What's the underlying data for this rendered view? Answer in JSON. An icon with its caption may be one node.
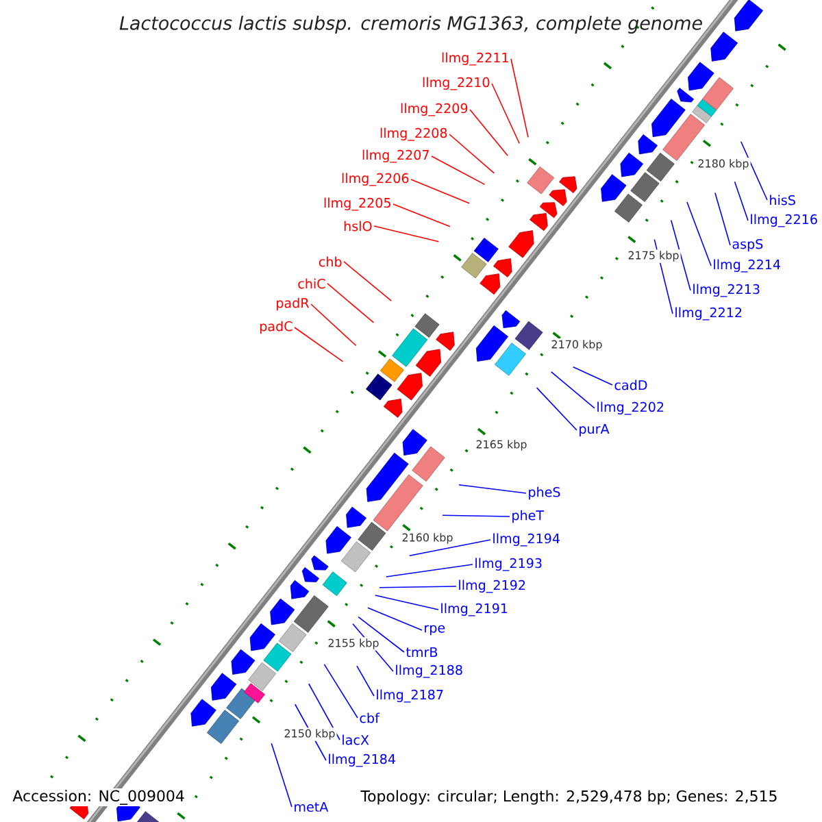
{
  "diagram": {
    "title": "Lactococcus lactis subsp. cremoris MG1363, complete genome",
    "nodes": [
      {
        "text": [
          "llmg_2211"
        ]
      },
      {
        "text": [
          "llmg_2210"
        ]
      },
      {
        "text": [
          "llmg_2209"
        ]
      },
      {
        "text": [
          "llmg_2208"
        ]
      },
      {
        "text": [
          "llmg_2207"
        ]
      },
      {
        "text": [
          "llmg_2206"
        ]
      },
      {
        "text": [
          "llmg_2205"
        ]
      },
      {
        "text": [
          "hslO"
        ]
      },
      {
        "text": [
          "chb"
        ]
      },
      {
        "text": [
          "chiC"
        ]
      },
      {
        "text": [
          "padR"
        ]
      },
      {
        "text": [
          "padC"
        ]
      },
      {
        "text": [
          "hisS"
        ]
      },
      {
        "text": [
          "llmg_2216"
        ]
      },
      {
        "text": [
          "aspS"
        ]
      },
      {
        "text": [
          "llmg_2214"
        ]
      },
      {
        "text": [
          "llmg_2213"
        ]
      },
      {
        "text": [
          "llmg_2212"
        ]
      },
      {
        "text": [
          "cadD"
        ]
      },
      {
        "text": [
          "llmg_2202"
        ]
      },
      {
        "text": [
          "purA"
        ]
      },
      {
        "text": [
          "pheS"
        ]
      },
      {
        "text": [
          "pheT"
        ]
      },
      {
        "text": [
          "llmg_2194"
        ]
      },
      {
        "text": [
          "llmg_2193"
        ]
      },
      {
        "text": [
          "llmg_2192"
        ]
      },
      {
        "text": [
          "llmg_2191"
        ]
      },
      {
        "text": [
          "rpe"
        ]
      },
      {
        "text": [
          "tmrB"
        ]
      },
      {
        "text": [
          "llmg_2188"
        ]
      },
      {
        "text": [
          "llmg_2187"
        ]
      },
      {
        "text": [
          "cbf"
        ]
      },
      {
        "text": [
          "lacX"
        ]
      },
      {
        "text": [
          "llmg_2184"
        ]
      },
      {
        "text": [
          "metA"
        ]
      }
    ],
    "edges": [
      {
        "from": 0,
        "to": null,
        "arrow": "none",
        "color": "#ff0000"
      },
      {
        "from": 1,
        "to": null,
        "arrow": "none",
        "color": "#ff0000"
      },
      {
        "from": 2,
        "to": null,
        "arrow": "none",
        "color": "#ff0000"
      },
      {
        "from": 3,
        "to": null,
        "arrow": "none",
        "color": "#ff0000"
      },
      {
        "from": 4,
        "to": null,
        "arrow": "none",
        "color": "#ff0000"
      },
      {
        "from": 5,
        "to": null,
        "arrow": "none",
        "color": "#ff0000"
      },
      {
        "from": 6,
        "to": null,
        "arrow": "none",
        "color": "#ff0000"
      },
      {
        "from": 7,
        "to": null,
        "arrow": "none",
        "color": "#ff0000"
      },
      {
        "from": 8,
        "to": null,
        "arrow": "none",
        "color": "#ff0000"
      },
      {
        "from": 9,
        "to": null,
        "arrow": "none",
        "color": "#ff0000"
      },
      {
        "from": 10,
        "to": null,
        "arrow": "none",
        "color": "#ff0000"
      },
      {
        "from": 11,
        "to": null,
        "arrow": "none",
        "color": "#ff0000"
      },
      {
        "from": 12,
        "to": null,
        "arrow": "none"
      },
      {
        "from": 13,
        "to": null,
        "arrow": "none"
      },
      {
        "from": 14,
        "to": null,
        "arrow": "none"
      },
      {
        "from": 15,
        "to": null,
        "arrow": "none"
      },
      {
        "from": 16,
        "to": null,
        "arrow": "none"
      },
      {
        "from": 17,
        "to": null,
        "arrow": "none"
      },
      {
        "from": 18,
        "to": null,
        "arrow": "none"
      },
      {
        "from": 19,
        "to": null,
        "arrow": "none"
      },
      {
        "from": 20,
        "to": null,
        "arrow": "none"
      },
      {
        "from": 21,
        "to": null,
        "arrow": "none"
      },
      {
        "from": 22,
        "to": null,
        "arrow": "none"
      },
      {
        "from": 23,
        "to": null,
        "arrow": "none"
      },
      {
        "from": 24,
        "to": null,
        "arrow": "none"
      },
      {
        "from": 25,
        "to": null,
        "arrow": "none"
      },
      {
        "from": 26,
        "to": null,
        "arrow": "none"
      },
      {
        "from": 27,
        "to": null,
        "arrow": "none"
      },
      {
        "from": 28,
        "to": null,
        "arrow": "none"
      },
      {
        "from": 29,
        "to": null,
        "arrow": "none"
      },
      {
        "from": 30,
        "to": null,
        "arrow": "none"
      },
      {
        "from": 31,
        "to": null,
        "arrow": "none"
      },
      {
        "from": 32,
        "to": null,
        "arrow": "none"
      },
      {
        "from": 33,
        "to": null,
        "arrow": "none"
      },
      {
        "from": 34,
        "to": null,
        "arrow": "none"
      }
    ],
    "labels": [
      "2180 kbp",
      "2175 kbp",
      "2170 kbp",
      "2165 kbp",
      "2160 kbp",
      "2155 kbp",
      "2150 kbp",
      "Accession: NC_009004",
      "Topology: circular; Length: 2,529,478 bp; Genes: 2,515"
    ]
  }
}
